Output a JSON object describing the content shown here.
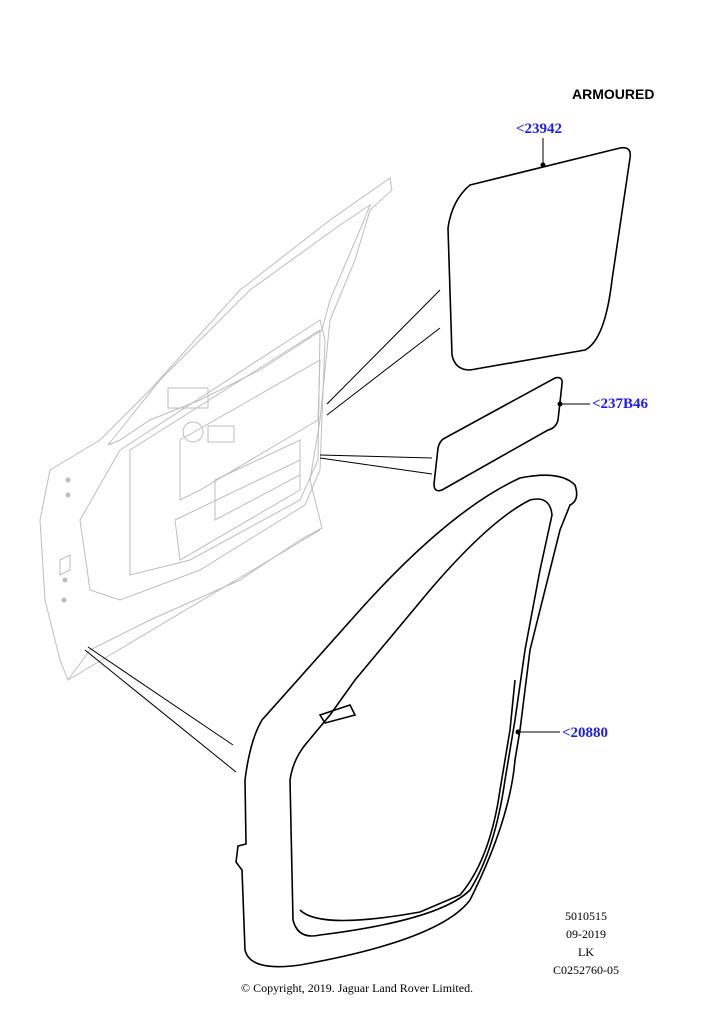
{
  "header": {
    "title": "ARMOURED"
  },
  "callouts": [
    {
      "label": "<23942"
    },
    {
      "label": "<237B46"
    },
    {
      "label": "<20880"
    }
  ],
  "footer": {
    "ref_lines": [
      "5010515",
      "09-2019",
      "LK",
      "C0252760-05"
    ],
    "copyright": "© Copyright, 2019. Jaguar Land Rover Limited."
  }
}
